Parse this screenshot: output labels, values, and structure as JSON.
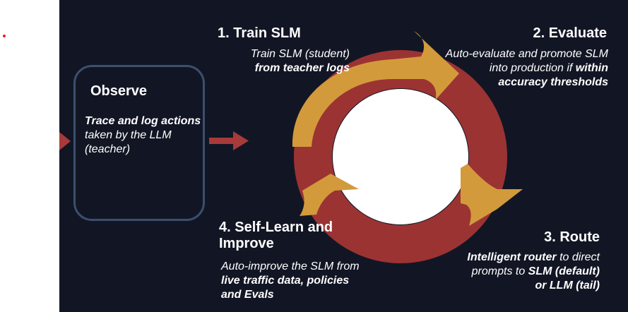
{
  "colors": {
    "background": "#121624",
    "ring_red": "#9b3333",
    "arrow_gold": "#d39a3b",
    "box_border": "#3b4f6f",
    "connector_arrow": "#a83a3a",
    "text": "#ffffff"
  },
  "observe": {
    "title": "Observe",
    "desc_bold": "Trace and log actions",
    "desc_rest": " taken by the LLM (teacher)"
  },
  "steps": [
    {
      "title": "1. Train SLM",
      "desc_plain": "Train SLM (student)",
      "desc_bold": "from teacher logs"
    },
    {
      "title": "2. Evaluate",
      "desc_plain": "Auto-evaluate and promote SLM into production if",
      "desc_bold": "within accuracy thresholds"
    },
    {
      "title": "3. Route",
      "desc_bold1": "Intelligent router",
      "desc_plain1": " to direct prompts to ",
      "desc_bold2": "SLM (default) or LLM (tail)"
    },
    {
      "title": "4. Self-Learn and Improve",
      "desc_plain": "Auto-improve the SLM from ",
      "desc_bold": "live traffic data, policies and Evals"
    }
  ]
}
